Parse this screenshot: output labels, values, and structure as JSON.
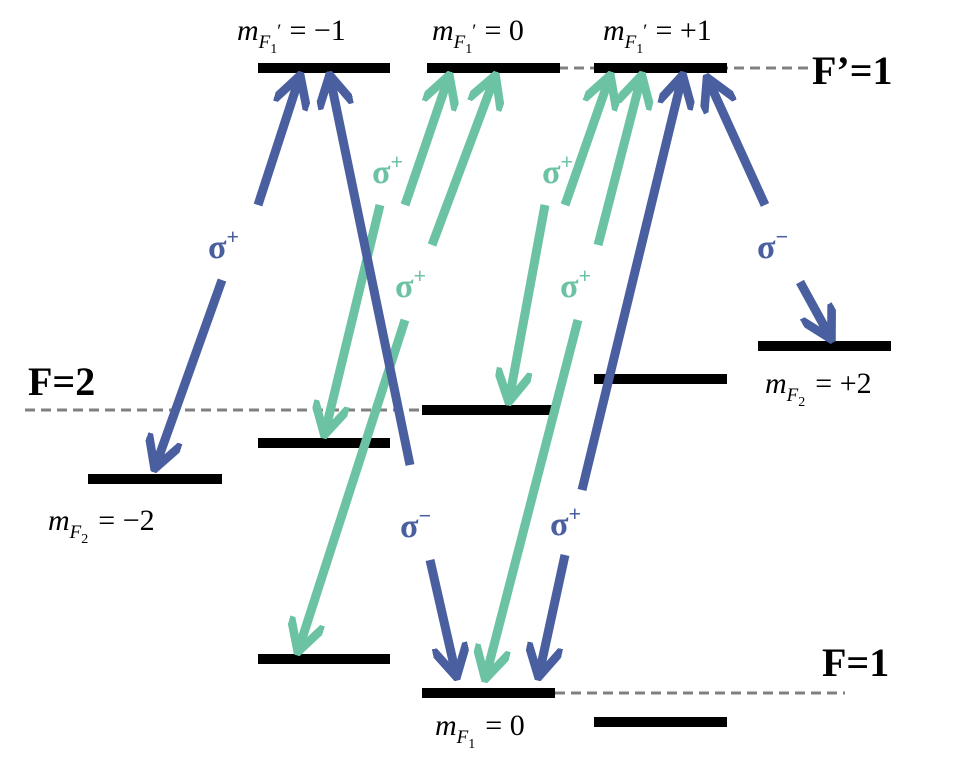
{
  "colors": {
    "blue": "#4a5fa0",
    "green": "#6cc3a3",
    "level": "#000000",
    "dash": "#808080"
  },
  "hyperfine_labels": {
    "excited": "F’=1",
    "upper_ground": "F=2",
    "lower_ground": "F=1"
  },
  "sublevel_labels": {
    "excited_m_minus1": {
      "var": "m",
      "sub": "F",
      "subsub": "1",
      "prime": "′",
      "eq": "= −1"
    },
    "excited_m_0": {
      "var": "m",
      "sub": "F",
      "subsub": "1",
      "prime": "′",
      "eq": "= 0"
    },
    "excited_m_plus1": {
      "var": "m",
      "sub": "F",
      "subsub": "1",
      "prime": "′",
      "eq": "= +1"
    },
    "f2_m_minus2": {
      "var": "m",
      "sub": "F",
      "subsub": "2",
      "eq": "= −2"
    },
    "f2_m_plus2": {
      "var": "m",
      "sub": "F",
      "subsub": "2",
      "eq": "= +2"
    },
    "f1_m_0": {
      "var": "m",
      "sub": "F",
      "subsub": "1",
      "eq": "= 0"
    }
  },
  "transitions": [
    {
      "name": "blue-sigma-plus-left",
      "color": "blue",
      "symbol": "σ",
      "sup": "+"
    },
    {
      "name": "blue-sigma-minus-center",
      "color": "blue",
      "symbol": "σ",
      "sup": "−"
    },
    {
      "name": "green-sigma-plus-upper-left",
      "color": "green",
      "symbol": "σ",
      "sup": "+"
    },
    {
      "name": "green-sigma-plus-lower-left",
      "color": "green",
      "symbol": "σ",
      "sup": "+"
    },
    {
      "name": "green-sigma-plus-upper-right",
      "color": "green",
      "symbol": "σ",
      "sup": "+"
    },
    {
      "name": "green-sigma-plus-lower-right",
      "color": "green",
      "symbol": "σ",
      "sup": "+"
    },
    {
      "name": "blue-sigma-plus-right",
      "color": "blue",
      "symbol": "σ",
      "sup": "+"
    },
    {
      "name": "blue-sigma-minus-right",
      "color": "blue",
      "symbol": "σ",
      "sup": "−"
    }
  ]
}
